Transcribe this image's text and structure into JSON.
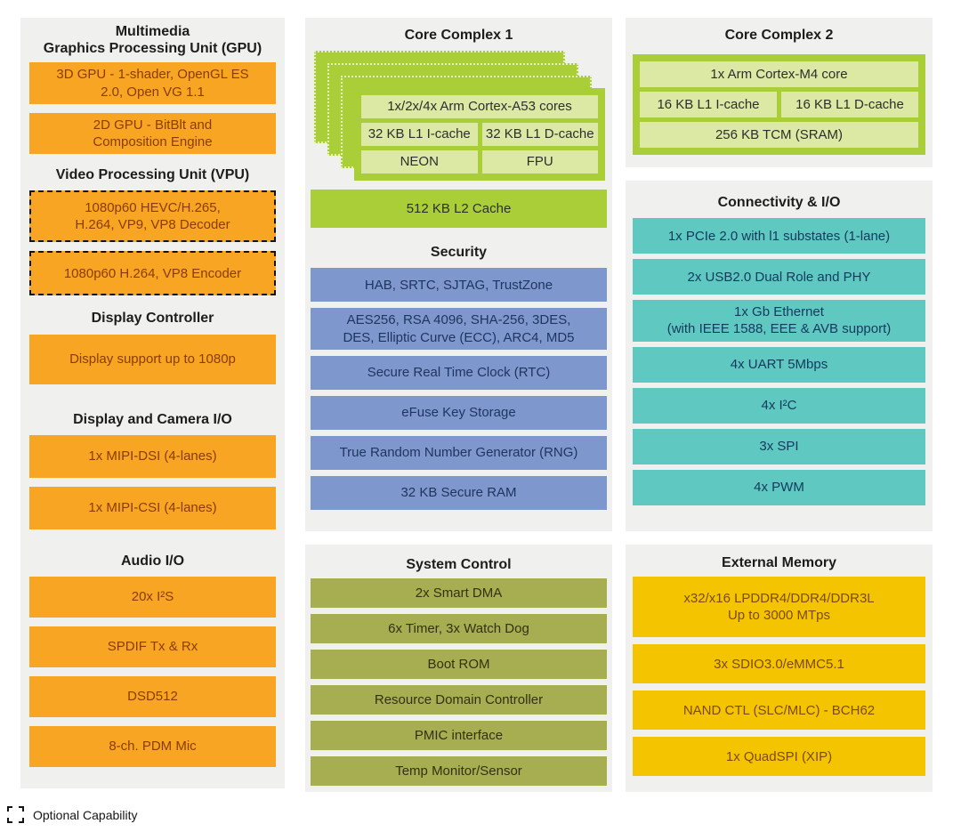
{
  "legend": {
    "label": "Optional Capability"
  },
  "colors": {
    "orange": "#f7a522",
    "green": "#a9ce38",
    "green_light": "#dbe9a5",
    "blue": "#7e97cd",
    "olive": "#a6ae51",
    "teal": "#5fc8c1",
    "yellow": "#f5c400",
    "panel": "#f0f0ee"
  },
  "panels": {
    "left": {
      "sections": [
        {
          "heading": [
            "Multimedia",
            "Graphics Processing Unit (GPU)"
          ],
          "blocks": [
            {
              "style": "orange",
              "lines": [
                "3D GPU - 1-shader, OpenGL ES",
                "2.0, Open VG 1.1"
              ]
            },
            {
              "style": "orange",
              "lines": [
                "2D GPU - BitBlt and",
                "Composition Engine"
              ]
            }
          ]
        },
        {
          "heading": [
            "Video Processing Unit (VPU)"
          ],
          "blocks": [
            {
              "style": "orange",
              "dashed": true,
              "lines": [
                "1080p60 HEVC/H.265,",
                "H.264, VP9, VP8 Decoder"
              ]
            },
            {
              "style": "orange",
              "dashed": true,
              "lines": [
                "1080p60 H.264, VP8 Encoder"
              ]
            }
          ]
        },
        {
          "heading": [
            "Display Controller"
          ],
          "blocks": [
            {
              "style": "orange",
              "lines": [
                "Display support up to 1080p"
              ]
            }
          ]
        },
        {
          "heading": [
            "Display and Camera I/O"
          ],
          "blocks": [
            {
              "style": "orange",
              "lines": [
                "1x MIPI-DSI (4-lanes)"
              ]
            },
            {
              "style": "orange",
              "lines": [
                "1x MIPI-CSI (4-lanes)"
              ]
            }
          ]
        },
        {
          "heading": [
            "Audio I/O"
          ],
          "blocks": [
            {
              "style": "orange",
              "lines": [
                "20x I²S"
              ]
            },
            {
              "style": "orange",
              "lines": [
                "SPDIF Tx & Rx"
              ]
            },
            {
              "style": "orange",
              "lines": [
                "DSD512"
              ]
            },
            {
              "style": "orange",
              "lines": [
                "8-ch. PDM Mic"
              ]
            }
          ]
        }
      ]
    },
    "mid_top": {
      "sections": [
        {
          "heading": [
            "Core Complex 1"
          ],
          "blocks": [
            {
              "kind": "stack",
              "layers": 3,
              "rows": [
                [
                  "1x/2x/4x Arm Cortex-A53 cores"
                ],
                [
                  "32 KB L1 I-cache",
                  "32 KB L1 D-cache"
                ],
                [
                  "NEON",
                  "FPU"
                ]
              ]
            },
            {
              "style": "green",
              "lines": [
                "512 KB L2 Cache"
              ]
            }
          ]
        },
        {
          "heading": [
            "Security"
          ],
          "blocks": [
            {
              "style": "blue",
              "lines": [
                "HAB, SRTC, SJTAG, TrustZone"
              ]
            },
            {
              "style": "blue",
              "lines": [
                "AES256, RSA 4096, SHA-256, 3DES,",
                "DES, Elliptic Curve (ECC), ARC4, MD5"
              ]
            },
            {
              "style": "blue",
              "lines": [
                "Secure Real Time Clock (RTC)"
              ]
            },
            {
              "style": "blue",
              "lines": [
                "eFuse Key Storage"
              ]
            },
            {
              "style": "blue",
              "lines": [
                "True Random Number Generator (RNG)"
              ]
            },
            {
              "style": "blue",
              "lines": [
                "32 KB Secure RAM"
              ]
            }
          ]
        }
      ]
    },
    "mid_bottom": {
      "sections": [
        {
          "heading": [
            "System Control"
          ],
          "blocks": [
            {
              "style": "olive",
              "lines": [
                "2x Smart DMA"
              ]
            },
            {
              "style": "olive",
              "lines": [
                "6x Timer, 3x Watch Dog"
              ]
            },
            {
              "style": "olive",
              "lines": [
                "Boot ROM"
              ]
            },
            {
              "style": "olive",
              "lines": [
                "Resource Domain Controller"
              ]
            },
            {
              "style": "olive",
              "lines": [
                "PMIC interface"
              ]
            },
            {
              "style": "olive",
              "lines": [
                "Temp Monitor/Sensor"
              ]
            }
          ]
        }
      ]
    },
    "right_top": {
      "sections": [
        {
          "heading": [
            "Core Complex 2"
          ],
          "blocks": [
            {
              "kind": "card",
              "rows": [
                [
                  "1x Arm Cortex-M4 core"
                ],
                [
                  "16 KB L1 I-cache",
                  "16 KB L1 D-cache"
                ],
                [
                  "256 KB TCM (SRAM)"
                ]
              ]
            }
          ]
        }
      ]
    },
    "right_mid": {
      "sections": [
        {
          "heading": [
            "Connectivity & I/O"
          ],
          "blocks": [
            {
              "style": "teal",
              "lines": [
                "1x PCIe 2.0 with l1 substates (1-lane)"
              ]
            },
            {
              "style": "teal",
              "lines": [
                "2x USB2.0 Dual Role and PHY"
              ]
            },
            {
              "style": "teal",
              "lines": [
                "1x Gb Ethernet",
                "(with IEEE 1588, EEE & AVB support)"
              ]
            },
            {
              "style": "teal",
              "lines": [
                "4x UART 5Mbps"
              ]
            },
            {
              "style": "teal",
              "lines": [
                "4x I²C"
              ]
            },
            {
              "style": "teal",
              "lines": [
                "3x SPI"
              ]
            },
            {
              "style": "teal",
              "lines": [
                "4x PWM"
              ]
            }
          ]
        }
      ]
    },
    "right_bottom": {
      "sections": [
        {
          "heading": [
            "External Memory"
          ],
          "blocks": [
            {
              "style": "yellow",
              "lines": [
                "x32/x16 LPDDR4/DDR4/DDR3L",
                "Up to 3000 MTps"
              ]
            },
            {
              "style": "yellow",
              "lines": [
                "3x SDIO3.0/eMMC5.1"
              ]
            },
            {
              "style": "yellow",
              "lines": [
                "NAND CTL (SLC/MLC) - BCH62"
              ]
            },
            {
              "style": "yellow",
              "lines": [
                "1x QuadSPI (XIP)"
              ]
            }
          ]
        }
      ]
    }
  }
}
